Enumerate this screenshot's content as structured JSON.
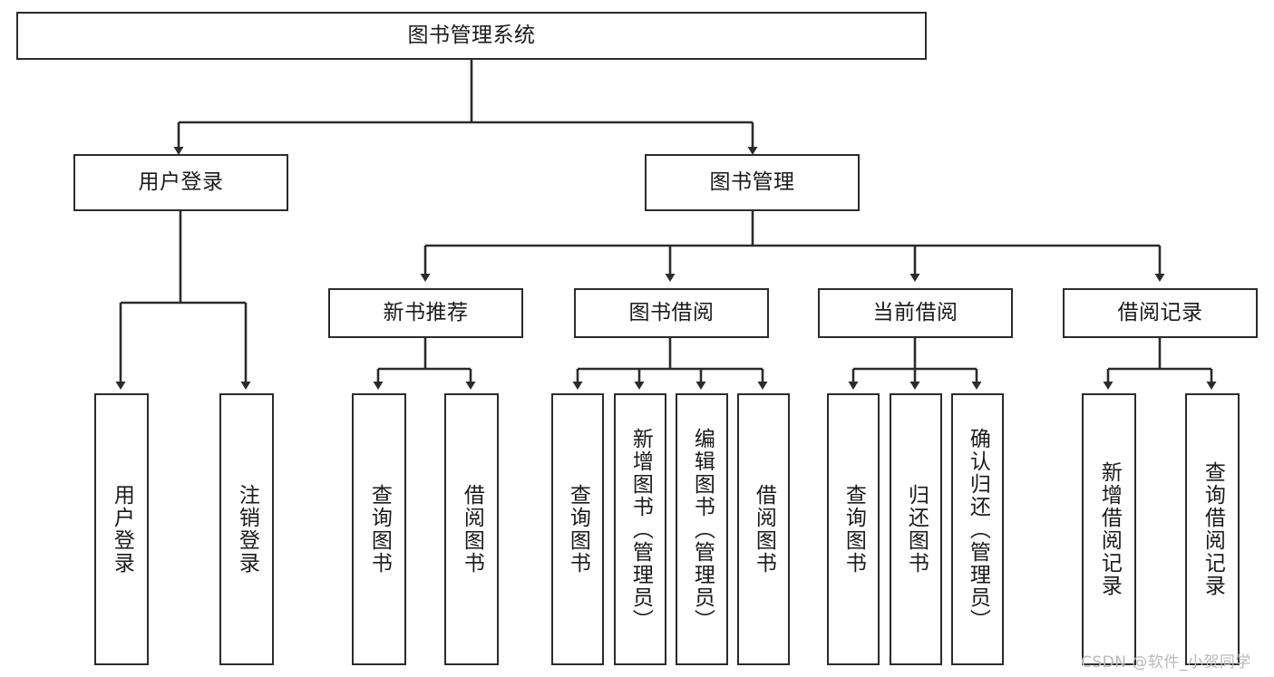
{
  "diagram": {
    "type": "tree",
    "title": "图书管理系统",
    "orientation": "top-down",
    "colors": {
      "box_border": "#2b2b2b",
      "box_fill": "#ffffff",
      "edge": "#2b2b2b",
      "text": "#1a1a1a",
      "watermark": "#b9b9b9"
    }
  },
  "root": {
    "label": "图书管理系统"
  },
  "level1": [
    {
      "label": "用户登录"
    },
    {
      "label": "图书管理"
    }
  ],
  "level2": [
    {
      "label": "新书推荐"
    },
    {
      "label": "图书借阅"
    },
    {
      "label": "当前借阅"
    },
    {
      "label": "借阅记录"
    }
  ],
  "leaves": {
    "user_login": [
      {
        "label": "用户登录"
      },
      {
        "label": "注销登录"
      }
    ],
    "new_book_recommend": [
      {
        "label": "查询图书"
      },
      {
        "label": "借阅图书"
      }
    ],
    "book_borrow": [
      {
        "label": "查询图书"
      },
      {
        "label": "新增图书（管理员）"
      },
      {
        "label": "编辑图书（管理员）"
      },
      {
        "label": "借阅图书"
      }
    ],
    "current_borrow": [
      {
        "label": "查询图书"
      },
      {
        "label": "归还图书"
      },
      {
        "label": "确认归还（管理员）"
      }
    ],
    "borrow_record": [
      {
        "label": "新增借阅记录"
      },
      {
        "label": "查询借阅记录"
      }
    ]
  },
  "watermark": {
    "text": "CSDN @软件_小贺同学"
  }
}
